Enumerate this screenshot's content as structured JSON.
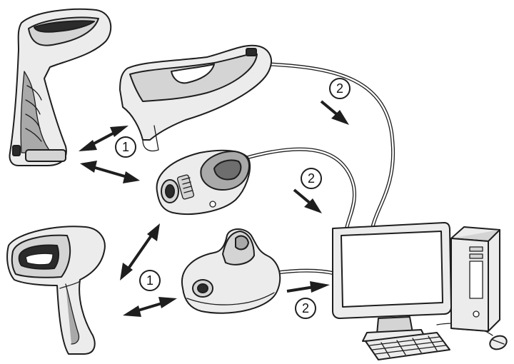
{
  "badges": {
    "step1_top": "1",
    "step1_bottom": "1",
    "step2_cradle": "2",
    "step2_charger": "2",
    "step2_base": "2"
  },
  "icons": [
    "scanner-handheld-icon",
    "charge-cradle-icon",
    "charger-base-icon",
    "presentation-base-icon",
    "computer-monitor-icon",
    "pc-tower-icon",
    "keyboard-icon",
    "mouse-icon"
  ]
}
